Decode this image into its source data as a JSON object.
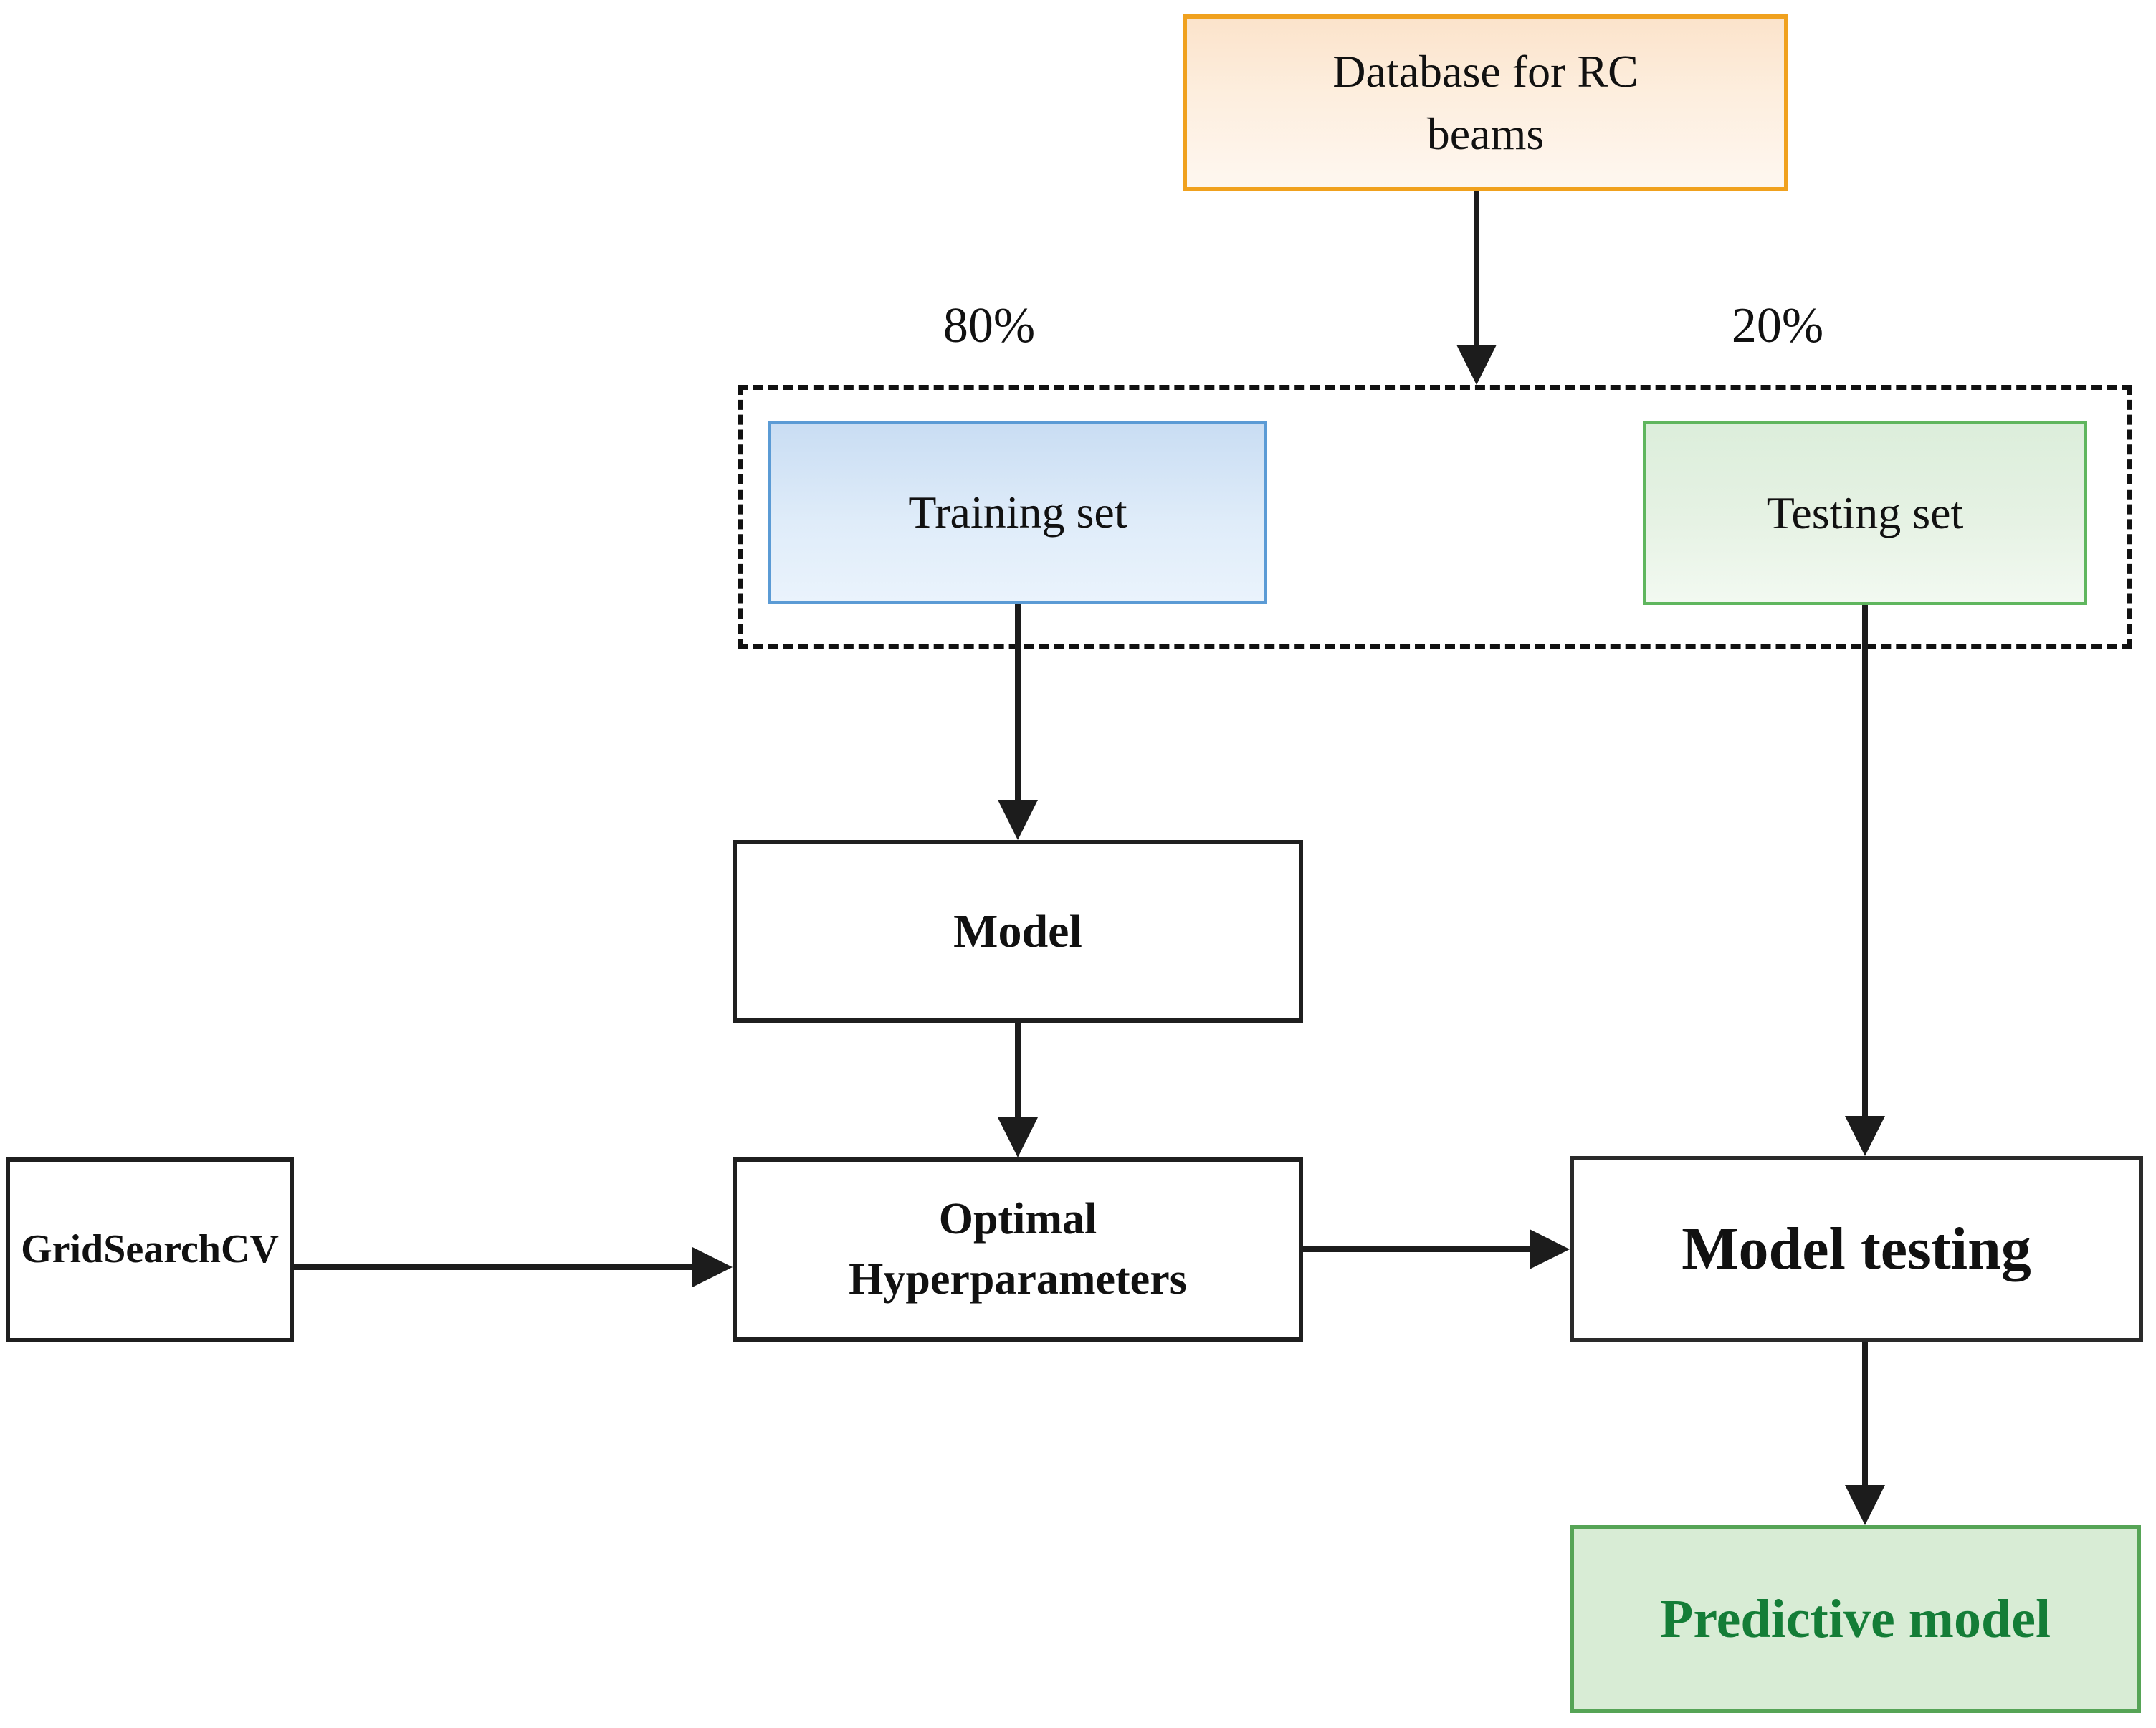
{
  "diagram": {
    "nodes": {
      "database": {
        "label": "Database for RC\nbeams",
        "border_color": "#f0a11e",
        "fill": "#fdeede"
      },
      "training": {
        "label": "Training set",
        "border_color": "#5b9bd5",
        "fill": "#dfecf9"
      },
      "testing": {
        "label": "Testing set",
        "border_color": "#5fb65e",
        "fill": "#e6f2e4"
      },
      "model": {
        "label": "Model",
        "border_color": "#1f1f1f",
        "fill": "#ffffff"
      },
      "gridsearch": {
        "label": "GridSearchCV",
        "border_color": "#1f1f1f",
        "fill": "#ffffff"
      },
      "optimal": {
        "label": "Optimal\nHyperparameters",
        "border_color": "#1f1f1f",
        "fill": "#ffffff"
      },
      "model_testing": {
        "label": "Model testing",
        "border_color": "#2a2a2a",
        "fill": "#ffffff"
      },
      "predictive": {
        "label": "Predictive model",
        "border_color": "#56a456",
        "fill": "#d8ecd5",
        "text_color": "#147d37"
      }
    },
    "split": {
      "train_pct": "80%",
      "test_pct": "20%",
      "container_border_style": "dashed",
      "container_border_color": "#111111"
    },
    "edges": [
      {
        "from": "database",
        "to": "split-container"
      },
      {
        "from": "training",
        "to": "model"
      },
      {
        "from": "model",
        "to": "optimal"
      },
      {
        "from": "gridsearch",
        "to": "optimal"
      },
      {
        "from": "optimal",
        "to": "model_testing"
      },
      {
        "from": "testing",
        "to": "model_testing"
      },
      {
        "from": "model_testing",
        "to": "predictive"
      }
    ],
    "arrow_color": "#1c1c1c"
  }
}
